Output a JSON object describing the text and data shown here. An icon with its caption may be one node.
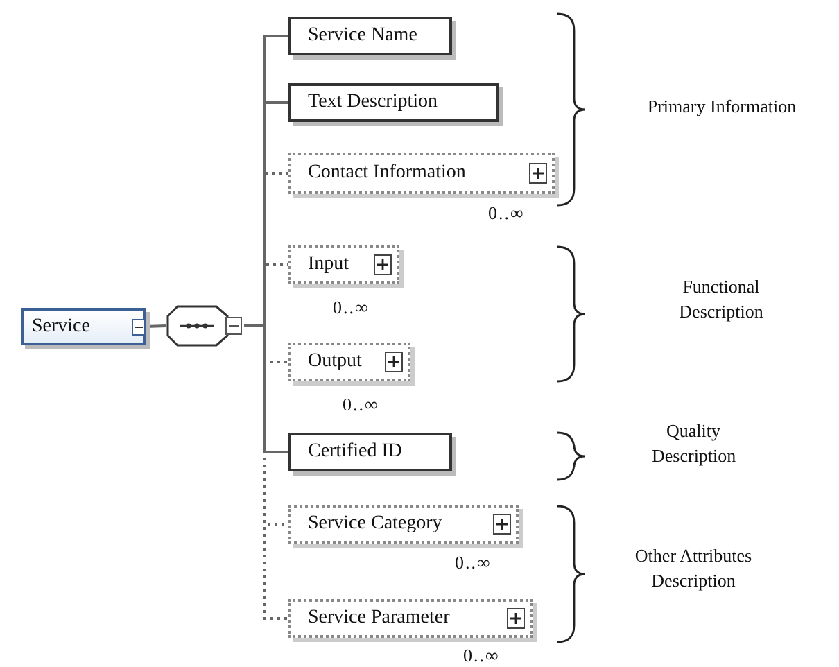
{
  "diagram": {
    "nodes": [
      {
        "text": [
          "Service"
        ]
      },
      {
        "text": [],
        "shape": "octagon"
      },
      {
        "text": [
          "Service Name"
        ]
      },
      {
        "text": [
          "Text Description"
        ]
      },
      {
        "text": [
          "Contact Information"
        ],
        "beside": [
          "0..∞"
        ]
      },
      {
        "text": [
          "Input"
        ],
        "beside": [
          "0..∞"
        ]
      },
      {
        "text": [
          "Output"
        ],
        "beside": [
          "0..∞"
        ]
      },
      {
        "text": [
          "Certified ID"
        ]
      },
      {
        "text": [
          "Service Category"
        ],
        "beside": [
          "0..∞"
        ]
      },
      {
        "text": [
          "Service Parameter"
        ],
        "beside": [
          "0..∞"
        ]
      }
    ],
    "edges": [
      {
        "from": 0,
        "to": 1,
        "arrow": "none"
      },
      {
        "from": 1,
        "to": 2,
        "arrow": "none"
      },
      {
        "from": 1,
        "to": 3,
        "arrow": "none"
      },
      {
        "from": 1,
        "to": 4,
        "arrow": "none",
        "style": "dashed"
      },
      {
        "from": 1,
        "to": 5,
        "arrow": "none",
        "style": "dashed"
      },
      {
        "from": 1,
        "to": 6,
        "arrow": "none",
        "style": "dashed"
      },
      {
        "from": 1,
        "to": 7,
        "arrow": "none"
      },
      {
        "from": 1,
        "to": 8,
        "arrow": "none",
        "style": "dashed"
      },
      {
        "from": 1,
        "to": 9,
        "arrow": "none",
        "style": "dashed"
      }
    ],
    "labels": [
      "Primary Information",
      "Functional Description",
      "Quality Description",
      "Other Attributes Description"
    ]
  }
}
